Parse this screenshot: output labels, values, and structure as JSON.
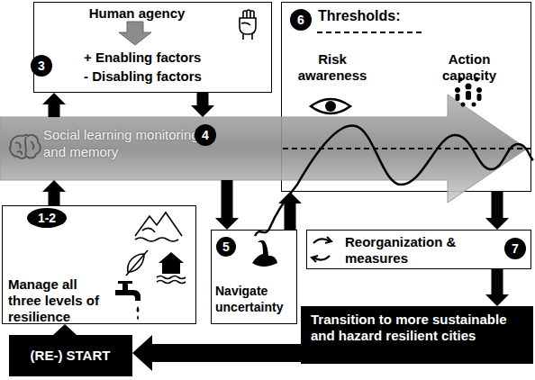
{
  "diagram": {
    "nodes": [
      {
        "text": [
          "Human agency",
          "+ Enabling factors",
          "- Disabling factors"
        ]
      },
      {
        "text": [
          "Thresholds:",
          "Risk awareness",
          "Action capacity"
        ]
      },
      {
        "text": [
          "Social learning monitoring and memory"
        ]
      },
      {
        "text": [
          "Manage all three levels of resilience"
        ]
      },
      {
        "text": [
          "Navigate uncertainty"
        ]
      },
      {
        "text": [
          "Reorganization & measures"
        ]
      },
      {
        "text": [
          "Transition to more sustainable and hazard resilient cities"
        ]
      },
      {
        "text": [
          "(RE-) START"
        ]
      }
    ],
    "edges": [
      {
        "from": 7,
        "to": 3,
        "arrow": "to"
      },
      {
        "from": 3,
        "to": 2,
        "arrow": "to"
      },
      {
        "from": 2,
        "to": 0,
        "arrow": "to"
      },
      {
        "from": 0,
        "to": 2,
        "arrow": "to"
      },
      {
        "from": 2,
        "to": 4,
        "arrow": "to"
      },
      {
        "from": 4,
        "to": 1,
        "arrow": "to"
      },
      {
        "from": 1,
        "to": 5,
        "arrow": "to"
      },
      {
        "from": 5,
        "to": 6,
        "arrow": "to"
      },
      {
        "from": 6,
        "to": 7,
        "arrow": "to"
      }
    ],
    "labels": [
      "3",
      "6",
      "4",
      "1-2",
      "5",
      "7"
    ]
  }
}
